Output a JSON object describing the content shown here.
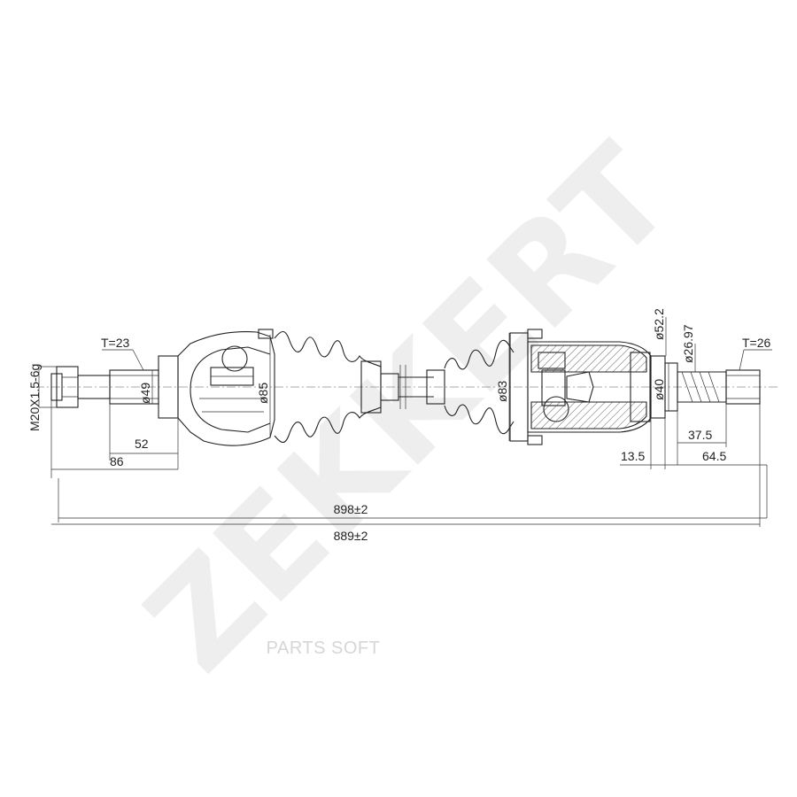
{
  "watermark": {
    "brand": "ZEKKERT",
    "site": "PARTS SOFT"
  },
  "dimensions": {
    "thread": "M20X1.5-6g",
    "spline_left": "T=23",
    "spline_right": "T=26",
    "dia_stub_left": "ø49",
    "dia_joint_left": "ø85",
    "dia_joint_right": "ø83",
    "dia_seal": "ø52.2",
    "dia_journal": "ø40",
    "dia_spline": "ø26.97",
    "len_52": "52",
    "len_86": "86",
    "len_13_5": "13.5",
    "len_37_5": "37.5",
    "len_64_5": "64.5",
    "overall_898": "898±2",
    "overall_889": "889±2"
  }
}
